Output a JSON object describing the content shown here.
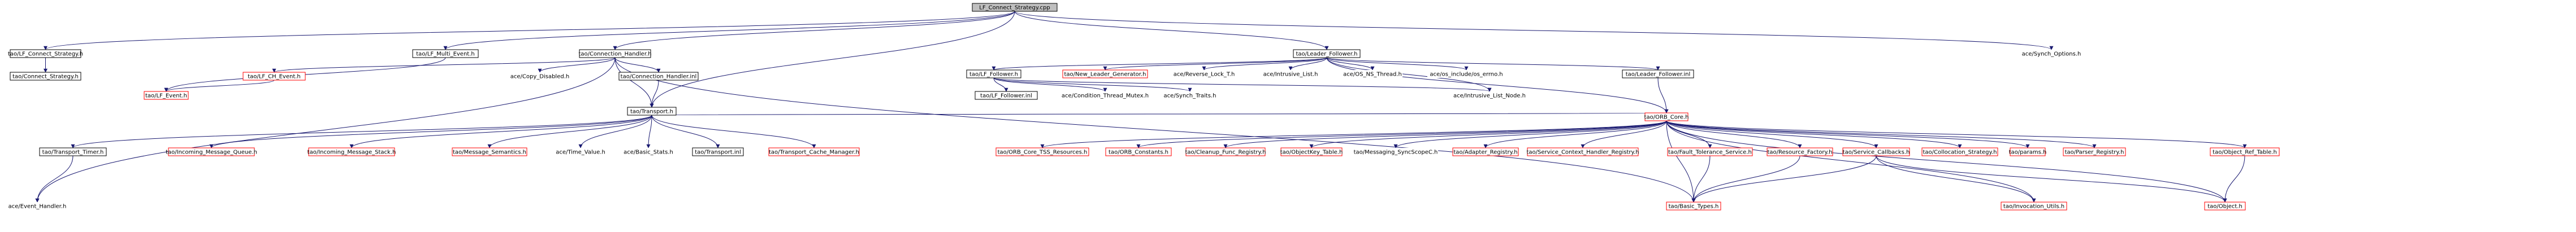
{
  "colors": {
    "background": "#ffffff",
    "edge": "#191970",
    "root_fill": "#bfbfbf",
    "box_border": "#000000",
    "box_missing_border": "#ff0000",
    "text": "#000000"
  },
  "nodes": [
    {
      "id": "root",
      "label": "LF_Connect_Strategy.cpp",
      "style": "root"
    },
    {
      "id": "lfcs_h",
      "label": "tao/LF_Connect_Strategy.h",
      "style": "box"
    },
    {
      "id": "lfme",
      "label": "tao/LF_Multi_Event.h",
      "style": "box"
    },
    {
      "id": "ch",
      "label": "tao/Connection_Handler.h",
      "style": "box"
    },
    {
      "id": "lf_h",
      "label": "tao/Leader_Follower.h",
      "style": "box"
    },
    {
      "id": "synch_opts",
      "label": "ace/Synch_Options.h",
      "style": "plain"
    },
    {
      "id": "cs_h",
      "label": "tao/Connect_Strategy.h",
      "style": "box"
    },
    {
      "id": "lfce",
      "label": "tao/LF_CH_Event.h",
      "style": "missing"
    },
    {
      "id": "lfev",
      "label": "tao/LF_Event.h",
      "style": "missing"
    },
    {
      "id": "copy_dis",
      "label": "ace/Copy_Disabled.h",
      "style": "plain"
    },
    {
      "id": "ch_inl",
      "label": "tao/Connection_Handler.inl",
      "style": "box"
    },
    {
      "id": "lff",
      "label": "tao/LF_Follower.h",
      "style": "box"
    },
    {
      "id": "nlg",
      "label": "tao/New_Leader_Generator.h",
      "style": "missing"
    },
    {
      "id": "rlt",
      "label": "ace/Reverse_Lock_T.h",
      "style": "plain"
    },
    {
      "id": "il",
      "label": "ace/Intrusive_List.h",
      "style": "plain"
    },
    {
      "id": "osns",
      "label": "ace/OS_NS_Thread.h",
      "style": "plain"
    },
    {
      "id": "osie",
      "label": "ace/os_include/os_errno.h",
      "style": "plain"
    },
    {
      "id": "lf_inl",
      "label": "tao/Leader_Follower.inl",
      "style": "box"
    },
    {
      "id": "lff_inl",
      "label": "tao/LF_Follower.inl",
      "style": "box"
    },
    {
      "id": "ctm",
      "label": "ace/Condition_Thread_Mutex.h",
      "style": "plain"
    },
    {
      "id": "st",
      "label": "ace/Synch_Traits.h",
      "style": "plain"
    },
    {
      "id": "iln",
      "label": "ace/Intrusive_List_Node.h",
      "style": "plain"
    },
    {
      "id": "transport",
      "label": "tao/Transport.h",
      "style": "box"
    },
    {
      "id": "orbcore",
      "label": "tao/ORB_Core.h",
      "style": "missing"
    },
    {
      "id": "tt",
      "label": "tao/Transport_Timer.h",
      "style": "box"
    },
    {
      "id": "imq",
      "label": "tao/Incoming_Message_Queue.h",
      "style": "missing"
    },
    {
      "id": "ims",
      "label": "tao/Incoming_Message_Stack.h",
      "style": "missing"
    },
    {
      "id": "msem",
      "label": "tao/Message_Semantics.h",
      "style": "missing"
    },
    {
      "id": "tv",
      "label": "ace/Time_Value.h",
      "style": "plain"
    },
    {
      "id": "bs",
      "label": "ace/Basic_Stats.h",
      "style": "plain"
    },
    {
      "id": "t_inl",
      "label": "tao/Transport.inl",
      "style": "box"
    },
    {
      "id": "tcm",
      "label": "tao/Transport_Cache_Manager.h",
      "style": "missing"
    },
    {
      "id": "eh",
      "label": "ace/Event_Handler.h",
      "style": "plain"
    },
    {
      "id": "tssres",
      "label": "tao/ORB_Core_TSS_Resources.h",
      "style": "missing"
    },
    {
      "id": "orbc",
      "label": "tao/ORB_Constants.h",
      "style": "missing"
    },
    {
      "id": "cfr",
      "label": "tao/Cleanup_Func_Registry.h",
      "style": "missing"
    },
    {
      "id": "okt",
      "label": "tao/ObjectKey_Table.h",
      "style": "missing"
    },
    {
      "id": "msc",
      "label": "tao/Messaging_SyncScopeC.h",
      "style": "plain"
    },
    {
      "id": "adreg",
      "label": "tao/Adapter_Registry.h",
      "style": "missing"
    },
    {
      "id": "schr",
      "label": "tao/Service_Context_Handler_Registry.h",
      "style": "missing"
    },
    {
      "id": "fts",
      "label": "tao/Fault_Tolerance_Service.h",
      "style": "missing"
    },
    {
      "id": "rf",
      "label": "tao/Resource_Factory.h",
      "style": "missing"
    },
    {
      "id": "scb",
      "label": "tao/Service_Callbacks.h",
      "style": "missing"
    },
    {
      "id": "colloc",
      "label": "tao/Collocation_Strategy.h",
      "style": "missing"
    },
    {
      "id": "params",
      "label": "tao/params.h",
      "style": "missing"
    },
    {
      "id": "pr",
      "label": "tao/Parser_Registry.h",
      "style": "missing"
    },
    {
      "id": "ort",
      "label": "tao/Object_Ref_Table.h",
      "style": "missing"
    },
    {
      "id": "bt",
      "label": "tao/Basic_Types.h",
      "style": "missing"
    },
    {
      "id": "iu",
      "label": "tao/Invocation_Utils.h",
      "style": "missing"
    },
    {
      "id": "obj",
      "label": "tao/Object.h",
      "style": "missing"
    }
  ],
  "edges": [
    [
      "root",
      "lfcs_h"
    ],
    [
      "root",
      "lfme"
    ],
    [
      "root",
      "ch"
    ],
    [
      "root",
      "lf_h"
    ],
    [
      "root",
      "synch_opts"
    ],
    [
      "root",
      "transport"
    ],
    [
      "lfcs_h",
      "cs_h"
    ],
    [
      "lfme",
      "lfev"
    ],
    [
      "ch",
      "lfce"
    ],
    [
      "ch",
      "eh"
    ],
    [
      "ch",
      "copy_dis"
    ],
    [
      "ch",
      "ch_inl"
    ],
    [
      "ch",
      "transport"
    ],
    [
      "ch",
      "bt"
    ],
    [
      "lfce",
      "lfev"
    ],
    [
      "ch_inl",
      "transport"
    ],
    [
      "lf_h",
      "lff"
    ],
    [
      "lf_h",
      "nlg"
    ],
    [
      "lf_h",
      "rlt"
    ],
    [
      "lf_h",
      "il"
    ],
    [
      "lf_h",
      "osns"
    ],
    [
      "lf_h",
      "osie"
    ],
    [
      "lf_h",
      "lf_inl"
    ],
    [
      "lf_h",
      "orbcore"
    ],
    [
      "lf_h",
      "iln"
    ],
    [
      "lff",
      "lff_inl"
    ],
    [
      "lff",
      "ctm"
    ],
    [
      "lff",
      "st"
    ],
    [
      "lff",
      "iln"
    ],
    [
      "lf_inl",
      "orbcore"
    ],
    [
      "transport",
      "tt"
    ],
    [
      "transport",
      "imq"
    ],
    [
      "transport",
      "ims"
    ],
    [
      "transport",
      "msem"
    ],
    [
      "transport",
      "tv"
    ],
    [
      "transport",
      "bs"
    ],
    [
      "transport",
      "t_inl"
    ],
    [
      "transport",
      "tcm"
    ],
    [
      "transport",
      "orbcore"
    ],
    [
      "tt",
      "eh"
    ],
    [
      "orbcore",
      "tssres"
    ],
    [
      "orbcore",
      "orbc"
    ],
    [
      "orbcore",
      "cfr"
    ],
    [
      "orbcore",
      "okt"
    ],
    [
      "orbcore",
      "msc"
    ],
    [
      "orbcore",
      "adreg"
    ],
    [
      "orbcore",
      "schr"
    ],
    [
      "orbcore",
      "fts"
    ],
    [
      "orbcore",
      "rf"
    ],
    [
      "orbcore",
      "scb"
    ],
    [
      "orbcore",
      "colloc"
    ],
    [
      "orbcore",
      "params"
    ],
    [
      "orbcore",
      "pr"
    ],
    [
      "orbcore",
      "ort"
    ],
    [
      "orbcore",
      "iu"
    ],
    [
      "orbcore",
      "obj"
    ],
    [
      "orbcore",
      "bt"
    ],
    [
      "fts",
      "bt"
    ],
    [
      "rf",
      "bt"
    ],
    [
      "scb",
      "bt"
    ],
    [
      "scb",
      "iu"
    ],
    [
      "scb",
      "obj"
    ],
    [
      "ort",
      "obj"
    ]
  ]
}
